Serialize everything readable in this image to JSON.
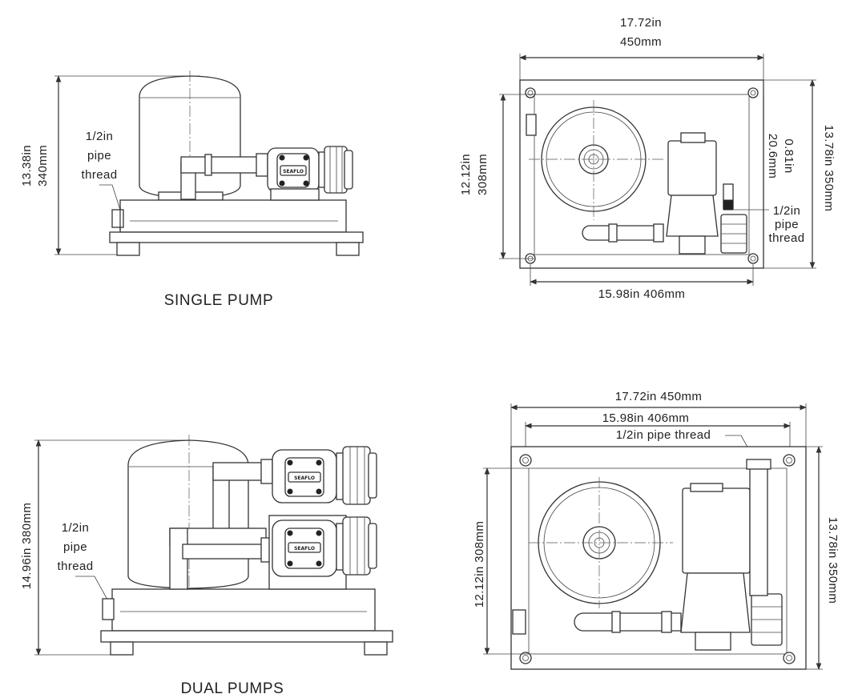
{
  "single": {
    "caption": "SINGLE PUMP",
    "height_in": "13.38in",
    "height_mm": "340mm",
    "pipe_thread": [
      "1/2in",
      "pipe",
      "thread"
    ],
    "top_width": [
      "17.72in",
      "450mm"
    ],
    "inner_width": "15.98in  406mm",
    "left_depth": [
      "12.12in",
      "308mm"
    ],
    "offset": [
      "0.81in",
      "20.6mm"
    ],
    "right_depth": "13.78in  350mm",
    "top_pipe_thread": [
      "1/2in",
      "pipe",
      "thread"
    ]
  },
  "dual": {
    "caption": "DUAL PUMPS",
    "height": "14.96in  380mm",
    "pipe_thread": [
      "1/2in",
      "pipe",
      "thread"
    ],
    "top_width": "17.72in  450mm",
    "inner_width": "15.98in  406mm",
    "top_pipe_thread": "1/2in pipe thread",
    "left_depth": "12.12in  308mm",
    "right_depth": "13.78in  350mm"
  },
  "pump_label": "SEAFLO"
}
